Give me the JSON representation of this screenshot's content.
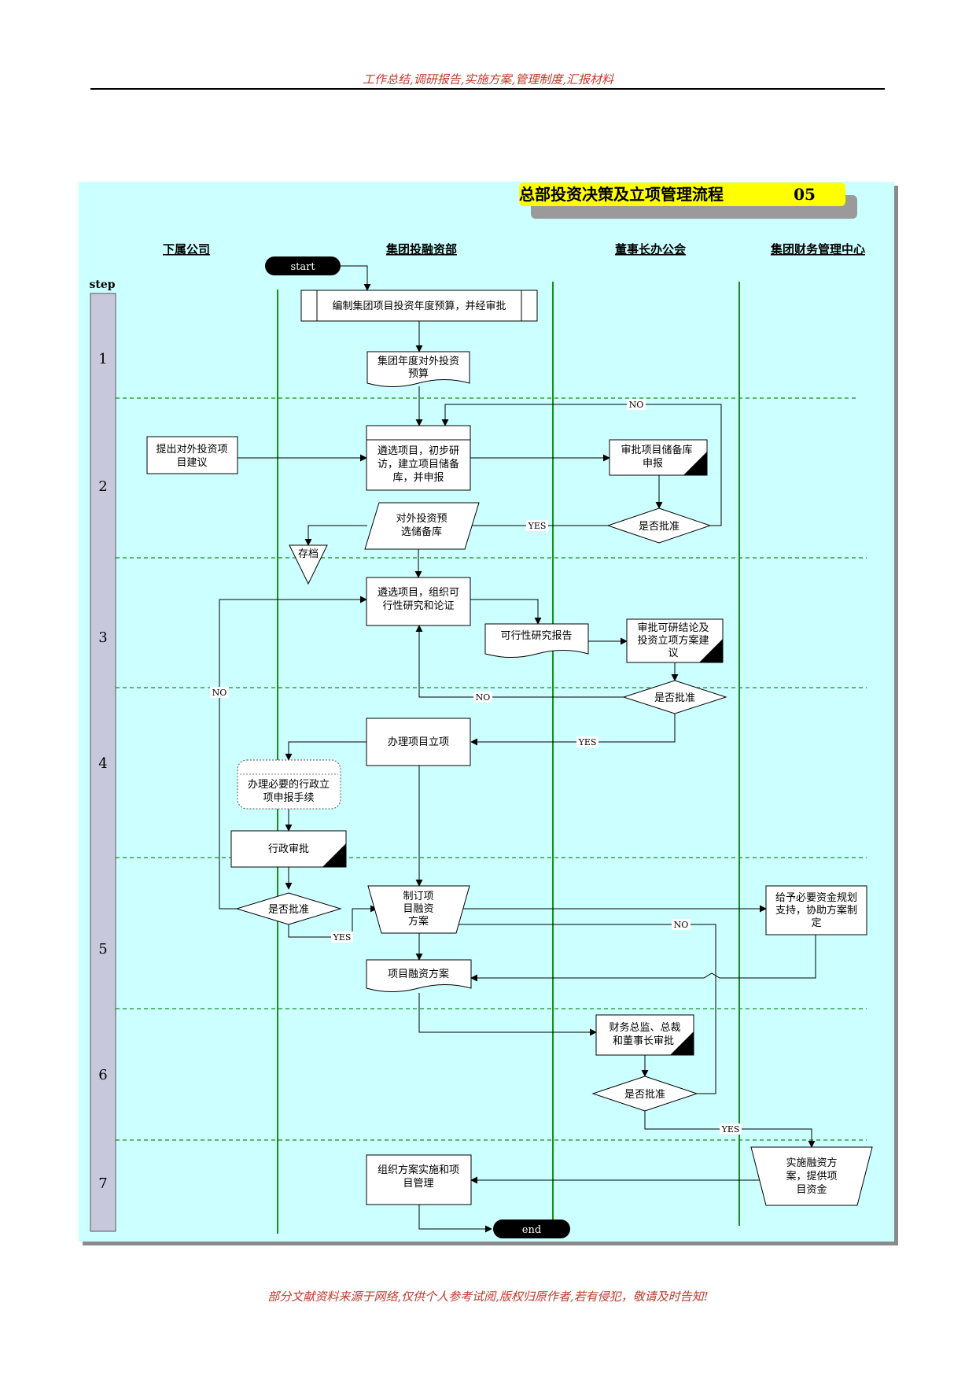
{
  "header_text": "工作总结,调研报告,实施方案,管理制度,汇报材料",
  "footer_text": "部分文献资料来源于网络,仅供个人参考试阅,版权归原作者,若有侵犯，敬请及时告知!",
  "diagram": {
    "title": "总部投资决策及立项管理流程",
    "title_number": "05",
    "step_label": "step",
    "lanes": [
      "下属公司",
      "集团投融资部",
      "董事长办公会",
      "集团财务管理中心"
    ],
    "steps": [
      "1",
      "2",
      "3",
      "4",
      "5",
      "6",
      "7"
    ],
    "terminators": {
      "start": "start",
      "end": "end"
    },
    "nodes": {
      "budget_compile": "编制集团项目投资年度预算，并经审批",
      "annual_budget_doc": [
        "集团年度对外投资",
        "预算"
      ],
      "propose_project": [
        "提出对外投资项",
        "目建议"
      ],
      "select_project": [
        "遴选项目，初步研",
        "访，建立项目储备",
        "库，并申报"
      ],
      "approve_reserve": [
        "审批项目储备库",
        "申报"
      ],
      "approved_q1": "是否批准",
      "reserve_library": [
        "对外投资预",
        "选储备库"
      ],
      "archive": "存档",
      "feasibility_study": [
        "遴选项目，组织可",
        "行性研究和论证"
      ],
      "feasibility_report": "可行性研究报告",
      "approve_feasibility": [
        "审批可研结论及",
        "投资立项方案建",
        "议"
      ],
      "approved_q2": "是否批准",
      "handle_project": "办理项目立项",
      "admin_procedures": [
        "办理必要的行政立",
        "项申报手续"
      ],
      "admin_approval": "行政审批",
      "approved_q3": "是否批准",
      "make_financing_plan": [
        "制订项",
        "目融资",
        "方案"
      ],
      "fund_planning_support": [
        "给予必要资金规划",
        "支持，协助方案制",
        "定"
      ],
      "financing_plan_doc": "项目融资方案",
      "exec_approval": [
        "财务总监、总裁",
        "和董事长审批"
      ],
      "approved_q4": "是否批准",
      "implement_financing": [
        "实施融资方",
        "案，提供项",
        "目资金"
      ],
      "organize_implementation": [
        "组织方案实施和项",
        "目管理"
      ]
    },
    "edge_labels": {
      "no": "NO",
      "yes": "YES"
    }
  }
}
